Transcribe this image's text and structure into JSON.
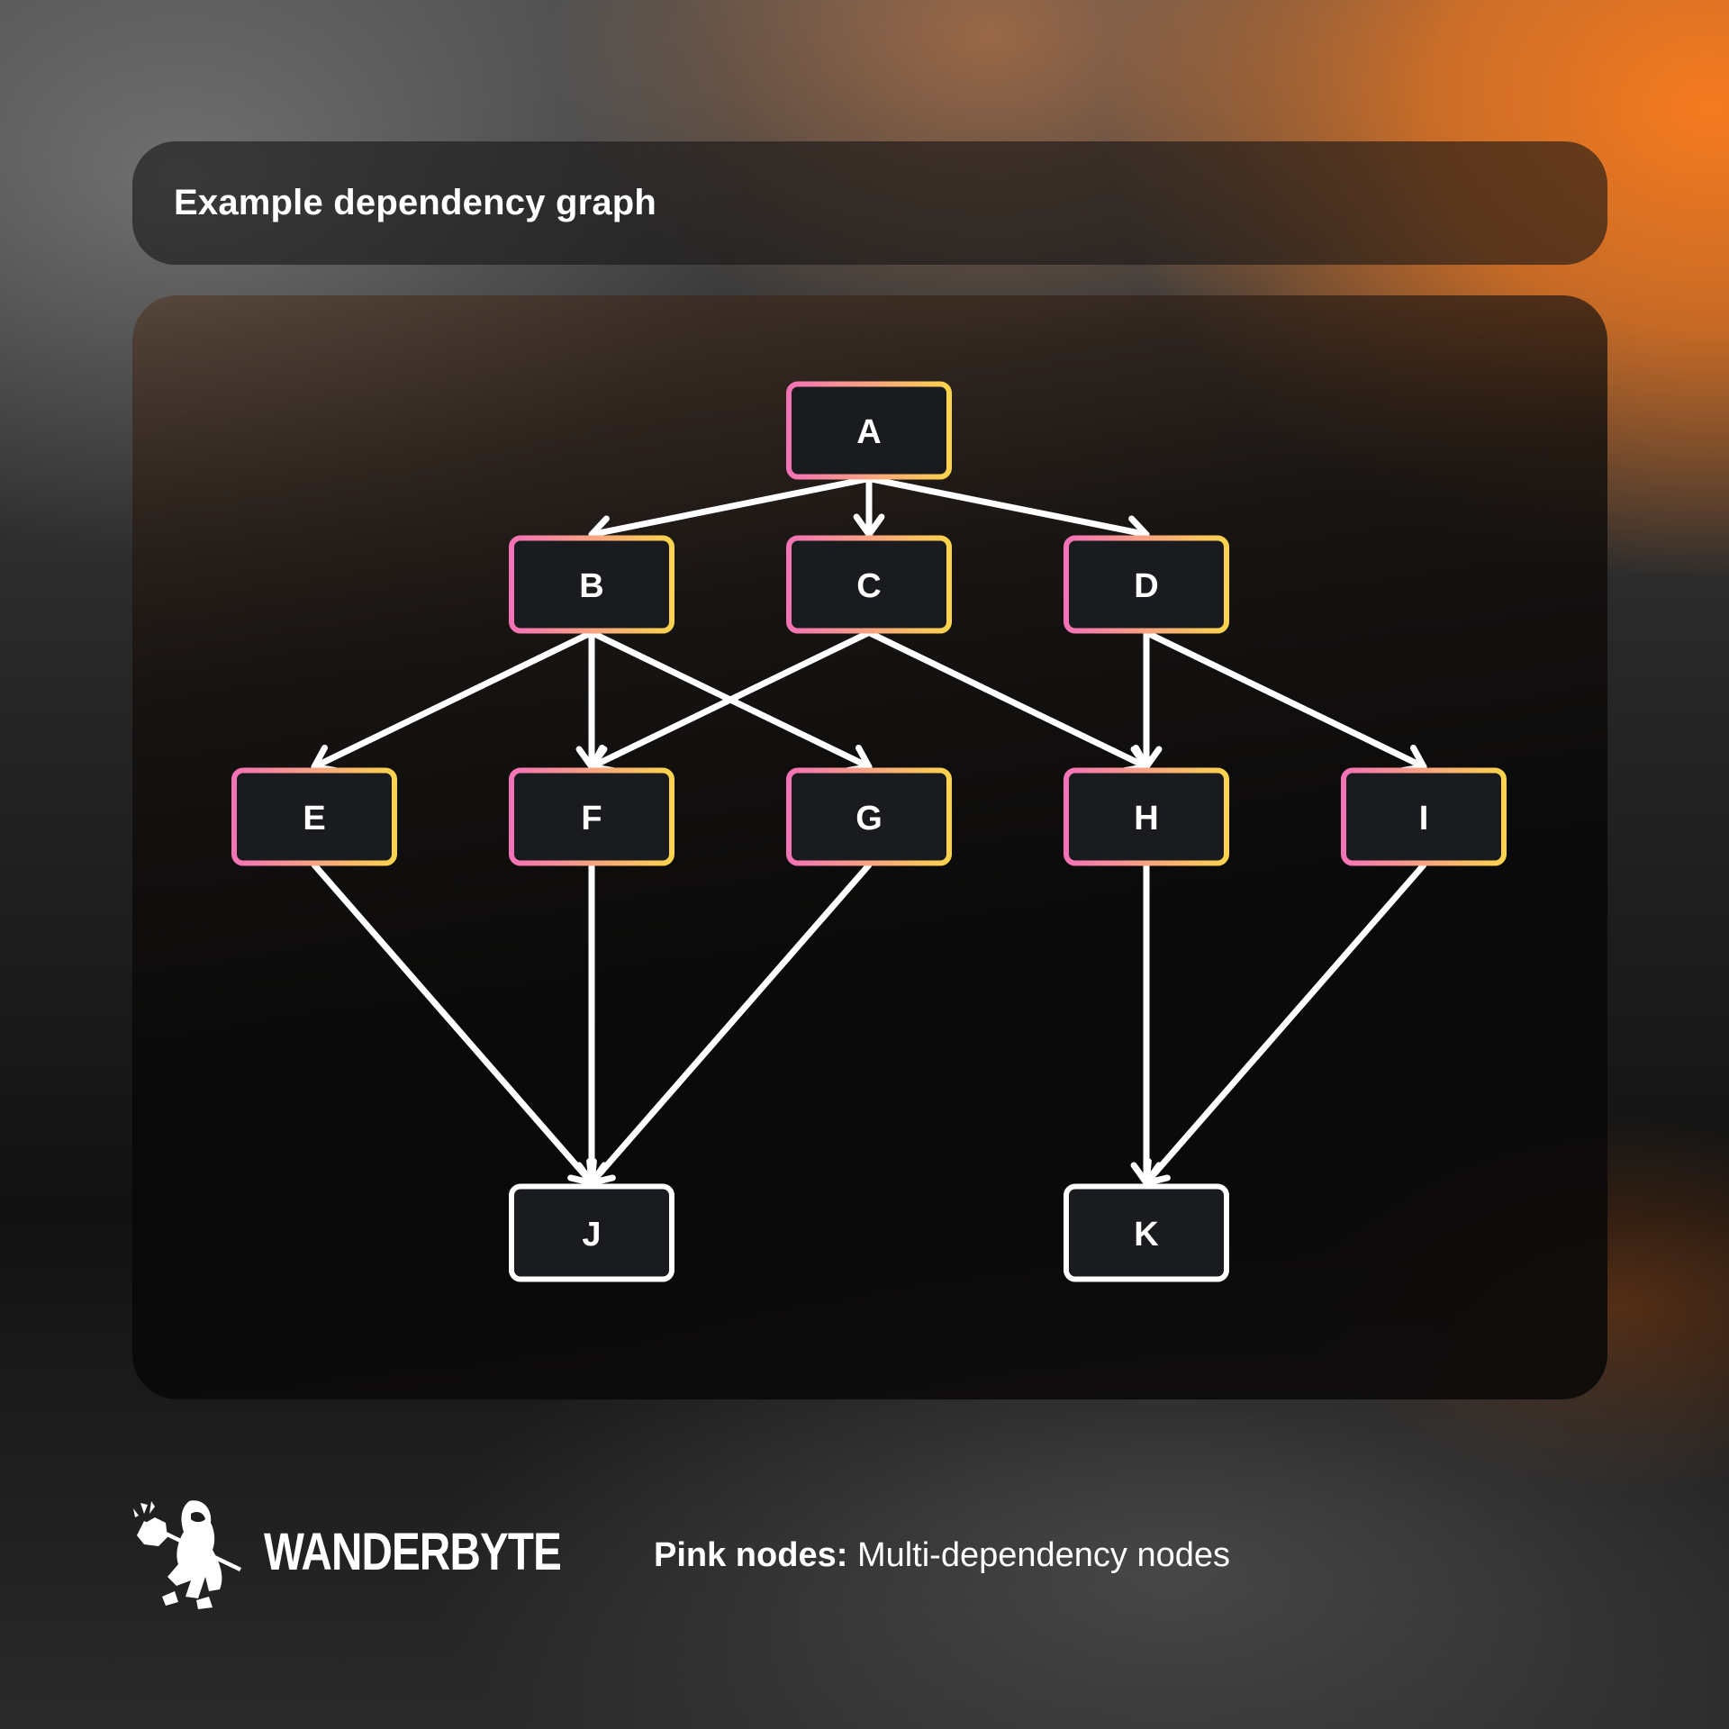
{
  "header": {
    "title": "Example dependency graph"
  },
  "colors": {
    "gradient_pink": "#f472b6",
    "gradient_yellow": "#fcd34d",
    "node_fill": "#1a1b1e",
    "leaf_border": "#ffffff",
    "edge": "#ffffff"
  },
  "graph": {
    "nodes": [
      {
        "id": "A",
        "label": "A",
        "style": "gradient"
      },
      {
        "id": "B",
        "label": "B",
        "style": "gradient"
      },
      {
        "id": "C",
        "label": "C",
        "style": "gradient"
      },
      {
        "id": "D",
        "label": "D",
        "style": "gradient"
      },
      {
        "id": "E",
        "label": "E",
        "style": "gradient"
      },
      {
        "id": "F",
        "label": "F",
        "style": "gradient"
      },
      {
        "id": "G",
        "label": "G",
        "style": "gradient"
      },
      {
        "id": "H",
        "label": "H",
        "style": "gradient"
      },
      {
        "id": "I",
        "label": "I",
        "style": "gradient"
      },
      {
        "id": "J",
        "label": "J",
        "style": "plain"
      },
      {
        "id": "K",
        "label": "K",
        "style": "plain"
      }
    ],
    "edges": [
      [
        "A",
        "B"
      ],
      [
        "A",
        "C"
      ],
      [
        "A",
        "D"
      ],
      [
        "B",
        "E"
      ],
      [
        "B",
        "F"
      ],
      [
        "B",
        "G"
      ],
      [
        "C",
        "F"
      ],
      [
        "C",
        "H"
      ],
      [
        "D",
        "H"
      ],
      [
        "D",
        "I"
      ],
      [
        "E",
        "J"
      ],
      [
        "F",
        "J"
      ],
      [
        "G",
        "J"
      ],
      [
        "H",
        "K"
      ],
      [
        "I",
        "K"
      ]
    ]
  },
  "footer": {
    "brand": "WANDERBYTE",
    "logo_icon": "wanderer-icon",
    "legend_label": "Pink nodes:",
    "legend_text": "Multi-dependency nodes"
  }
}
